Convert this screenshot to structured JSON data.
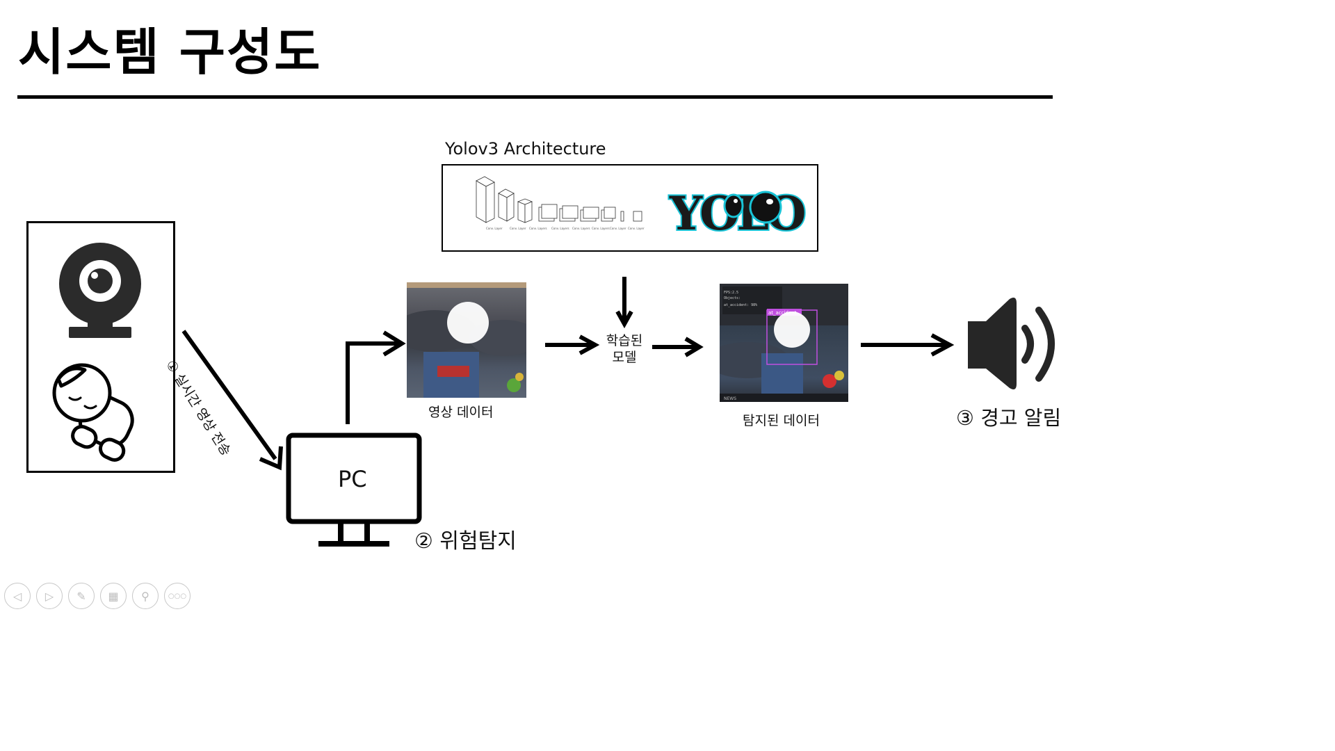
{
  "slide": {
    "title": "시스템 구성도"
  },
  "architecture": {
    "title": "Yolov3 Architecture",
    "logo_text": "YOLO",
    "logo_color": "#19c3d6"
  },
  "steps": {
    "step1": "① 실시간 영상 전송",
    "step2": "② 위험탐지",
    "step3": "③ 경고 알림"
  },
  "nodes": {
    "pc": "PC",
    "video_data": "영상 데이터",
    "trained_model_line1": "학습된",
    "trained_model_line2": "모델",
    "detected_data": "탐지된 데이터"
  },
  "detection_overlay": {
    "box_label": "at_accident",
    "box_color": "#c04fe0"
  },
  "icons": [
    "webcam-icon",
    "baby-icon",
    "monitor-icon",
    "speaker-icon"
  ],
  "toolbar": {
    "buttons": [
      "previous-slide",
      "next-slide",
      "pen-tool",
      "slide-sorter",
      "zoom",
      "more-options"
    ]
  }
}
